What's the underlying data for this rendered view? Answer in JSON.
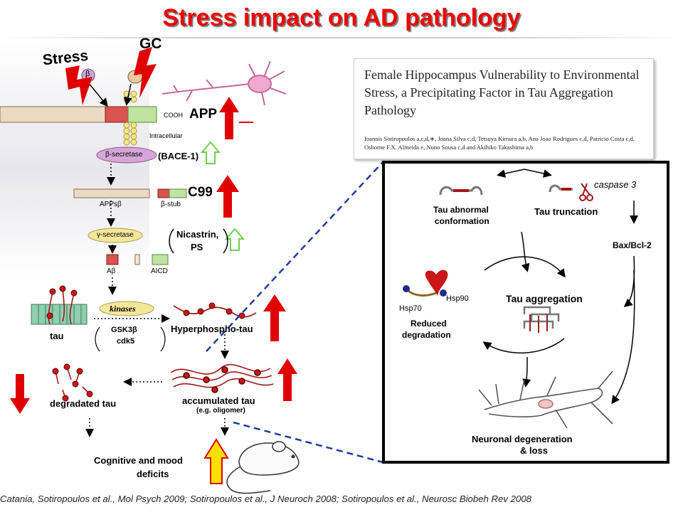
{
  "title": "Stress impact on AD pathology",
  "left_pathway": {
    "stress": "Stress",
    "gc": "GC",
    "beta_receptor": "β",
    "cooh": "COOH",
    "app": "APP",
    "intracellular": "Intracellular",
    "beta_secretase": "β-secretase",
    "bace1": "(BACE-1)",
    "appsb": "APPsβ",
    "beta_stub": "β-stub",
    "c99": "C99",
    "gamma_secretase": "γ-secretase",
    "nicastrin": "Nicastrin,",
    "ps": "PS",
    "abeta": "Aβ",
    "aicd": "AICD",
    "kinases": "kinases",
    "gsk3b": "GSK3β",
    "cdk5": "cdk5",
    "tau": "tau",
    "hyperphospho_tau": "Hyperphospho-tau",
    "accumulated_tau": "accumulated tau",
    "oligomer": "(e.g. oligomer)",
    "degradated_tau": "degradated tau",
    "cognitive_1": "Cognitive and mood",
    "cognitive_2": "deficits"
  },
  "paper": {
    "title": "Female Hippocampus Vulnerability to Environmental Stress, a Precipitating Factor in Tau Aggregation Pathology",
    "authors": "Ioannis Sotiropoulos a,c,d,∗, Joana Silva c,d, Tetsuya Kimura a,b, Ana Joao Rodrigues c,d, Patricio Costa c,d, Osborne F.X. Almeida e, Nuno Sousa c,d and Akihiko Takashima a,b"
  },
  "right_panel": {
    "tau_abnormal_1": "Tau abnormal",
    "tau_abnormal_2": "conformation",
    "tau_truncation": "Tau truncation",
    "caspase3": "caspase 3",
    "bax_bcl2": "Bax/Bcl-2",
    "tau_aggregation": "Tau aggregation",
    "hsp90": "Hsp90",
    "hsp70": "Hsp70",
    "reduced_1": "Reduced",
    "reduced_2": "degradation",
    "neuronal_1": "Neuronal degeneration",
    "neuronal_2": "& loss"
  },
  "citation": "Catania, Sotiropoulos et al., Mol Psych 2009; Sotiropoulos et al., J Neuroch 2008; Sotiropoulos et al., Neurosc Biobeh Rev 2008",
  "colors": {
    "title": "#f00000",
    "up_arrow": "#e00000",
    "green_arrow": "#6fcf4f",
    "yellow_arrow": "#ffe000",
    "dashed_line": "#1f3a9a"
  }
}
